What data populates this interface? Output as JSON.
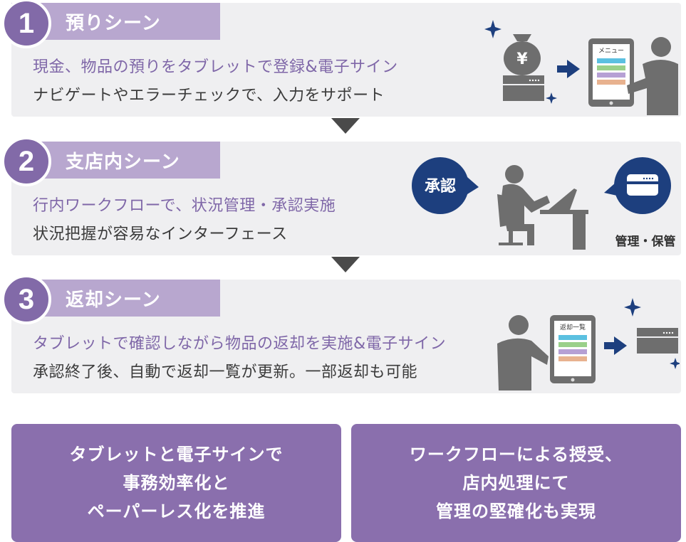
{
  "scenes": [
    {
      "number": "1",
      "title": "預りシーン",
      "line1": "現金、物品の預りをタブレットで登録&電子サイン",
      "line2": "ナビゲートやエラーチェックで、入力をサポート",
      "tablet_label": "メニュー"
    },
    {
      "number": "2",
      "title": "支店内シーン",
      "line1": "行内ワークフローで、状況管理・承認実施",
      "line2": "状況把握が容易なインターフェース",
      "approval_label": "承認",
      "storage_label": "管理・保管"
    },
    {
      "number": "3",
      "title": "返却シーン",
      "line1": "タブレットで確認しながら物品の返却を実施&電子サイン",
      "line2": "承認終了後、自動で返却一覧が更新。一部返却も可能",
      "tablet_label": "返却一覧"
    }
  ],
  "yen_symbol": "¥",
  "summary_left": [
    "タブレットと電子サインで",
    "事務効率化と",
    "ペーパーレス化を推進"
  ],
  "summary_right": [
    "ワークフローによる授受、",
    "店内処理にて",
    "管理の堅確化も実現"
  ],
  "colors": {
    "purple_dark": "#826aa8",
    "purple_light": "#b8a7cf",
    "navy": "#1d3f7e",
    "gray_icon": "#6e6e6e",
    "panel_bg": "#efeff1"
  }
}
